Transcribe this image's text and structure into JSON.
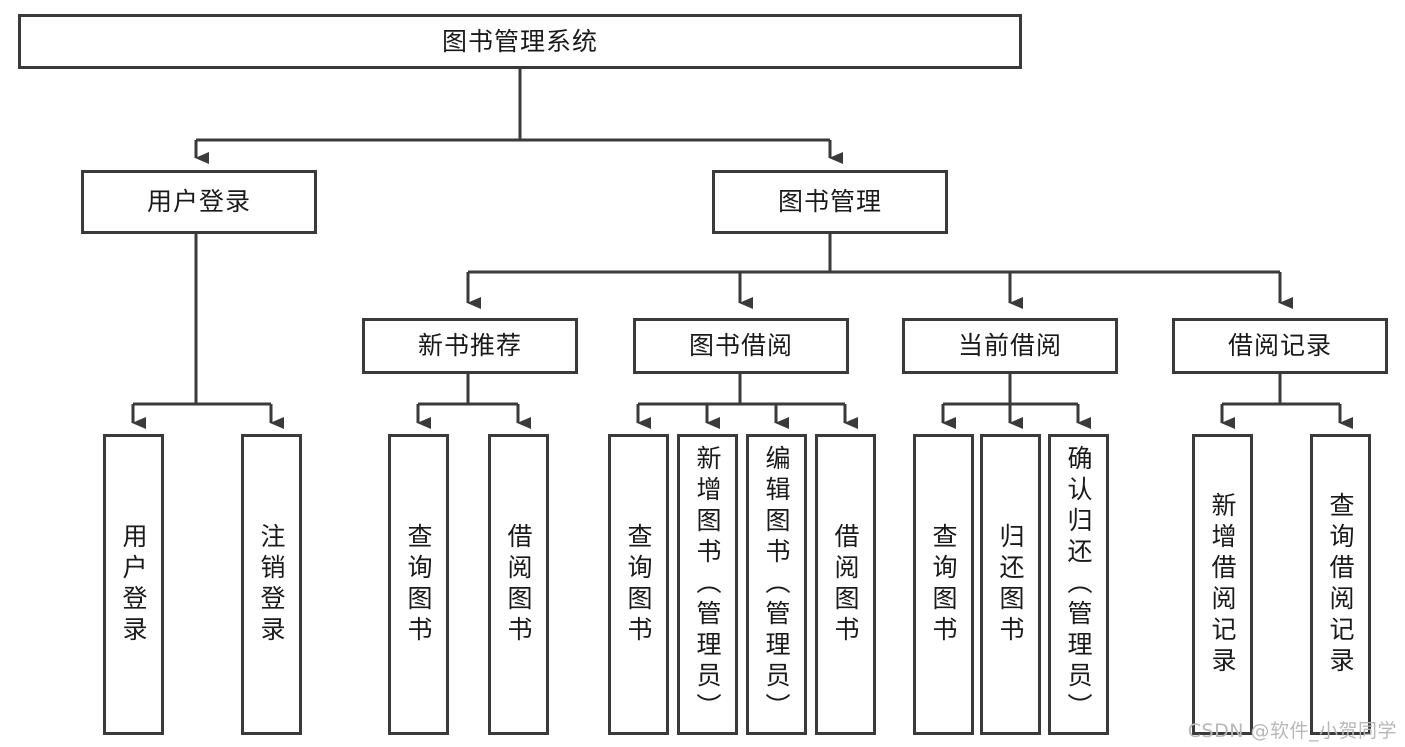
{
  "diagram": {
    "title": "图书管理系统",
    "type": "tree-hierarchy-chart",
    "watermark": "CSDN @软件_小贺同学",
    "colors": {
      "box_border": "#3a3a3a",
      "box_fill": "#ffffff",
      "connector": "#3a3a3a",
      "text": "#1a1a1a",
      "watermark": "#b8b8b8"
    }
  },
  "nodes": {
    "root": {
      "label": "图书管理系统"
    },
    "level2": [
      {
        "id": "user-login",
        "label": "用户登录"
      },
      {
        "id": "book-manage",
        "label": "图书管理"
      }
    ],
    "level3": [
      {
        "id": "new-book-recommend",
        "label": "新书推荐"
      },
      {
        "id": "book-borrow",
        "label": "图书借阅"
      },
      {
        "id": "current-borrow",
        "label": "当前借阅"
      },
      {
        "id": "borrow-record",
        "label": "借阅记录"
      }
    ],
    "leaves": {
      "user_login": [
        {
          "id": "leaf-user-login",
          "label": "用户登录"
        },
        {
          "id": "leaf-logout-login",
          "label": "注销登录"
        }
      ],
      "new_book_recommend": [
        {
          "id": "leaf-query-book-1",
          "label": "查询图书"
        },
        {
          "id": "leaf-borrow-book-1",
          "label": "借阅图书"
        }
      ],
      "book_borrow": [
        {
          "id": "leaf-query-book-2",
          "label": "查询图书"
        },
        {
          "id": "leaf-add-book",
          "label": "新增图书（管理员）"
        },
        {
          "id": "leaf-edit-book",
          "label": "编辑图书（管理员）"
        },
        {
          "id": "leaf-borrow-book-2",
          "label": "借阅图书"
        }
      ],
      "current_borrow": [
        {
          "id": "leaf-query-book-3",
          "label": "查询图书"
        },
        {
          "id": "leaf-return-book",
          "label": "归还图书"
        },
        {
          "id": "leaf-confirm-return",
          "label": "确认归还（管理员）"
        }
      ],
      "borrow_record": [
        {
          "id": "leaf-add-record",
          "label": "新增借阅记录"
        },
        {
          "id": "leaf-query-record",
          "label": "查询借阅记录"
        }
      ]
    }
  }
}
